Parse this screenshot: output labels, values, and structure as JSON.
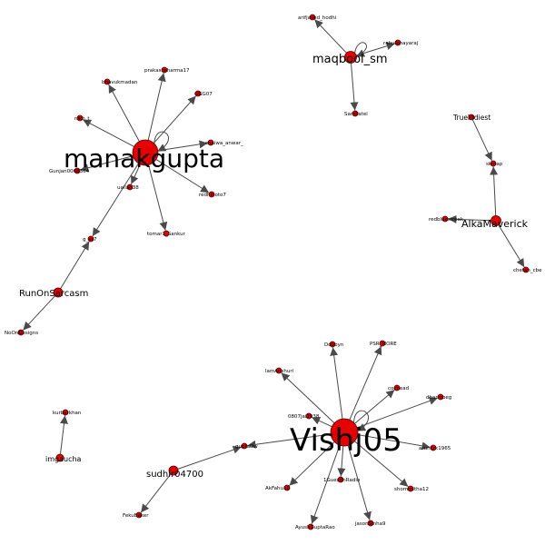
{
  "nodes": [
    {
      "id": "manakgupta",
      "label": "manakgupta"
    },
    {
      "id": "Vishj05",
      "label": "Vishj05"
    },
    {
      "id": "maqbool_sm",
      "label": "maqbool_sm"
    },
    {
      "id": "AlkaMaverick",
      "label": "AlkaMaverick"
    },
    {
      "id": "RunOnSarcasm",
      "label": "RunOnSarcasm"
    },
    {
      "id": "sudhir04700",
      "label": "sudhir04700"
    },
    {
      "id": "imgaucha",
      "label": "imgaucha"
    },
    {
      "id": "prakashsharma17",
      "label": "prakashsharma17"
    },
    {
      "id": "bhavukmadan",
      "label": "bhavukmadan"
    },
    {
      "id": "GGG07",
      "label": "GGG07"
    },
    {
      "id": "nikh_t",
      "label": "nikh_t"
    },
    {
      "id": "chaiwa_anwar_",
      "label": "chaiwa_anwar_"
    },
    {
      "id": "Gunjan_ch",
      "label": "Gunjan0068364"
    },
    {
      "id": "uallah38",
      "label": "uallah38"
    },
    {
      "id": "redhinoto7",
      "label": "redhinoto7"
    },
    {
      "id": "tomar1_Sankur",
      "label": "tomar1_Sankur"
    },
    {
      "id": "g_is7",
      "label": "g_ss7"
    },
    {
      "id": "NoOnDesigns",
      "label": "NoOnDesigns"
    },
    {
      "id": "arifjaved_hodhi",
      "label": "arifjaved_hodhi"
    },
    {
      "id": "rahulbhayaraj",
      "label": "rahulbhayaraj"
    },
    {
      "id": "SamPatel",
      "label": "SamPatel"
    },
    {
      "id": "TrueIndiest",
      "label": "TrueIndiest"
    },
    {
      "id": "skmap",
      "label": "skmap"
    },
    {
      "id": "redbluestreak",
      "label": "redbluestreak"
    },
    {
      "id": "chetan_cbe",
      "label": "chetan_cbe"
    },
    {
      "id": "Dobbyn",
      "label": "Dobbyn"
    },
    {
      "id": "PSR_MORE",
      "label": "PSR_MORE"
    },
    {
      "id": "lamAnshuri",
      "label": "lamAnshuri"
    },
    {
      "id": "cochead",
      "label": "cochead"
    },
    {
      "id": "dharmbeg",
      "label": "dharmbeg"
    },
    {
      "id": "0807j_1938",
      "label": "0807jai1938"
    },
    {
      "id": "arunkrk1965",
      "label": "arunkrk1965"
    },
    {
      "id": "guptaDw",
      "label": "guptaDw"
    },
    {
      "id": "1GuestInRadio",
      "label": "1GuestInRadio"
    },
    {
      "id": "AkFahu10",
      "label": "AkFahu10"
    },
    {
      "id": "shommitha12",
      "label": "shommitha12"
    },
    {
      "id": "AyushGuptaRao",
      "label": "AyushGuptaRao"
    },
    {
      "id": "jasonSinha9",
      "label": "jasonSinha9"
    },
    {
      "id": "FekuBaker",
      "label": "FekuBaker"
    },
    {
      "id": "kurbarkhan",
      "label": "kurbarkhan"
    }
  ],
  "edges": [
    {
      "from": "manakgupta",
      "to": "prakashsharma17"
    },
    {
      "from": "manakgupta",
      "to": "bhavukmadan"
    },
    {
      "from": "manakgupta",
      "to": "GGG07"
    },
    {
      "from": "manakgupta",
      "to": "nikh_t"
    },
    {
      "from": "manakgupta",
      "to": "chaiwa_anwar_"
    },
    {
      "from": "manakgupta",
      "to": "Gunjan_ch"
    },
    {
      "from": "manakgupta",
      "to": "uallah38"
    },
    {
      "from": "manakgupta",
      "to": "redhinoto7"
    },
    {
      "from": "manakgupta",
      "to": "tomar1_Sankur"
    },
    {
      "from": "manakgupta",
      "to": "g_is7"
    },
    {
      "from": "manakgupta",
      "to": "manakgupta"
    },
    {
      "from": "RunOnSarcasm",
      "to": "g_is7"
    },
    {
      "from": "RunOnSarcasm",
      "to": "NoOnDesigns"
    },
    {
      "from": "maqbool_sm",
      "to": "arifjaved_hodhi"
    },
    {
      "from": "maqbool_sm",
      "to": "rahulbhayaraj"
    },
    {
      "from": "maqbool_sm",
      "to": "SamPatel"
    },
    {
      "from": "maqbool_sm",
      "to": "maqbool_sm"
    },
    {
      "from": "TrueIndiest",
      "to": "skmap"
    },
    {
      "from": "AlkaMaverick",
      "to": "skmap"
    },
    {
      "from": "AlkaMaverick",
      "to": "redbluestreak"
    },
    {
      "from": "AlkaMaverick",
      "to": "chetan_cbe"
    },
    {
      "from": "Vishj05",
      "to": "Dobbyn"
    },
    {
      "from": "Vishj05",
      "to": "PSR_MORE"
    },
    {
      "from": "Vishj05",
      "to": "lamAnshuri"
    },
    {
      "from": "Vishj05",
      "to": "cochead"
    },
    {
      "from": "Vishj05",
      "to": "dharmbeg"
    },
    {
      "from": "Vishj05",
      "to": "0807j_1938"
    },
    {
      "from": "Vishj05",
      "to": "arunkrk1965"
    },
    {
      "from": "Vishj05",
      "to": "guptaDw"
    },
    {
      "from": "Vishj05",
      "to": "1GuestInRadio"
    },
    {
      "from": "Vishj05",
      "to": "AkFahu10"
    },
    {
      "from": "Vishj05",
      "to": "shommitha12"
    },
    {
      "from": "Vishj05",
      "to": "AyushGuptaRao"
    },
    {
      "from": "Vishj05",
      "to": "jasonSinha9"
    },
    {
      "from": "Vishj05",
      "to": "Vishj05"
    },
    {
      "from": "sudhir04700",
      "to": "guptaDw"
    },
    {
      "from": "sudhir04700",
      "to": "FekuBaker"
    },
    {
      "from": "imgaucha",
      "to": "kurbarkhan"
    }
  ]
}
